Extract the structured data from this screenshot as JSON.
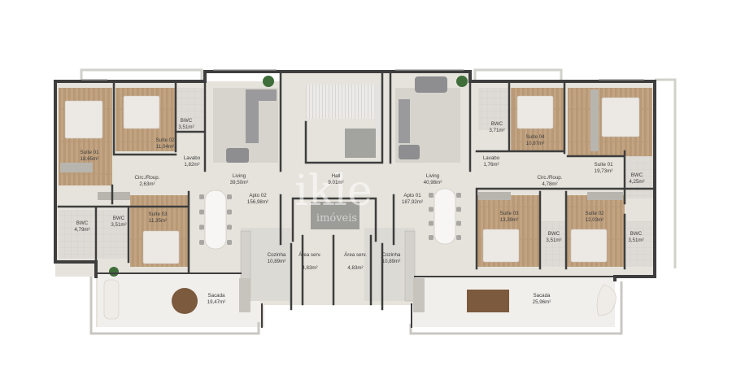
{
  "watermark": {
    "brand": "ikle",
    "sub": "imóveis"
  },
  "rooms": [
    {
      "id": "suite01-left",
      "name": "Suíte 01",
      "area": "18,65m²"
    },
    {
      "id": "suite02-left",
      "name": "Suíte 02",
      "area": "11,04m²"
    },
    {
      "id": "bwc-top-left",
      "name": "BWC",
      "area": "3,51m²"
    },
    {
      "id": "lavabo-left",
      "name": "Lavabo",
      "area": "1,82m²"
    },
    {
      "id": "living-left",
      "name": "Living",
      "area": "39,50m²"
    },
    {
      "id": "circ-left",
      "name": "Circ./Roup.",
      "area": "2,63m²"
    },
    {
      "id": "apto02",
      "name": "Apto 02",
      "area": "156,98m²"
    },
    {
      "id": "suite03-left",
      "name": "Suíte 03",
      "area": "11,35m²"
    },
    {
      "id": "bwc-479",
      "name": "BWC",
      "area": "4,79m²"
    },
    {
      "id": "bwc-mid-left",
      "name": "BWC",
      "area": "3,51m²"
    },
    {
      "id": "cozinha-left",
      "name": "Cozinha",
      "area": "10,89m²"
    },
    {
      "id": "area-serv-left",
      "name": "Área serv.",
      "area": "4,83m²"
    },
    {
      "id": "sacada-left",
      "name": "Sacada",
      "area": "19,47m²"
    },
    {
      "id": "hall",
      "name": "Hall",
      "area": "9,01m²"
    },
    {
      "id": "apto01",
      "name": "Apto 01",
      "area": "187,92m²"
    },
    {
      "id": "living-right",
      "name": "Living",
      "area": "40,98m²"
    },
    {
      "id": "area-serv-right",
      "name": "Área serv.",
      "area": "4,83m²"
    },
    {
      "id": "cozinha-right",
      "name": "Cozinha",
      "area": "10,89m²"
    },
    {
      "id": "bwc-top-right",
      "name": "BWC",
      "area": "3,71m²"
    },
    {
      "id": "suite04-right",
      "name": "Suíte 04",
      "area": "10,87m²"
    },
    {
      "id": "suite01-right",
      "name": "Suíte 01",
      "area": "19,73m²"
    },
    {
      "id": "lavabo-right",
      "name": "Lavabo",
      "area": "1,76m²"
    },
    {
      "id": "circ-right",
      "name": "Circ./Roup.",
      "area": "4,78m²"
    },
    {
      "id": "bwc-425",
      "name": "BWC",
      "area": "4,25m²"
    },
    {
      "id": "suite03-right",
      "name": "Suíte 03",
      "area": "13,39m²"
    },
    {
      "id": "bwc-mid-right",
      "name": "BWC",
      "area": "3,51m²"
    },
    {
      "id": "suite02-right",
      "name": "Suíte 02",
      "area": "12,03m²"
    },
    {
      "id": "bwc-far-right",
      "name": "BWC",
      "area": "3,51m²"
    },
    {
      "id": "sacada-right",
      "name": "Sacada",
      "area": "25,96m²"
    }
  ],
  "colors": {
    "wall": "#3e3e3e",
    "wood": "#c2a482",
    "floor": "#e6e3dc",
    "balcony": "#f1efeb",
    "tile": "#d9d6d0",
    "kitchen": "#d3d1cc",
    "sofa": "#9a9a9c",
    "bed": "#ece8e3",
    "plant": "#3f6e3a",
    "table": "#7b5a3d"
  }
}
